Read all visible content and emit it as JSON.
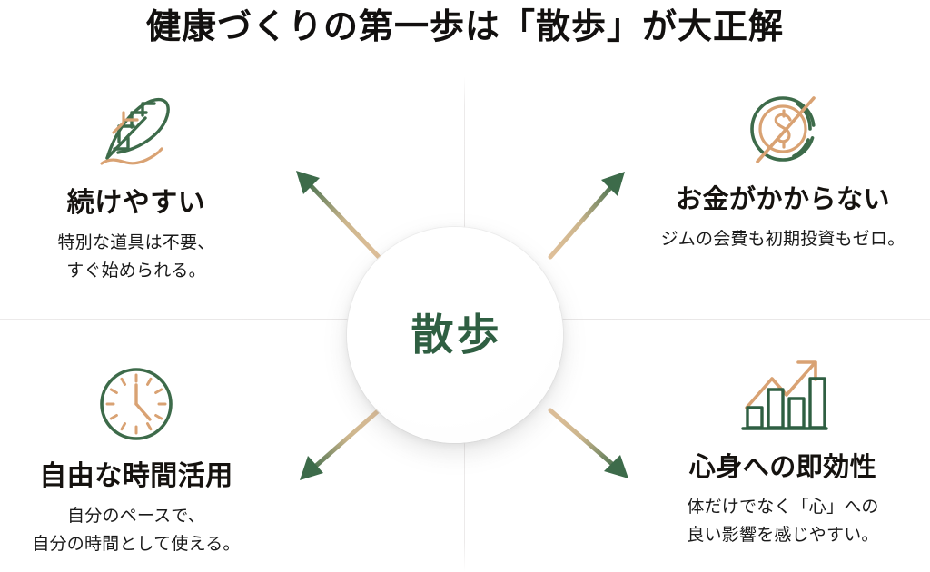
{
  "page": {
    "title": "健康づくりの第一歩は「散歩」が大正解",
    "background_color": "#ffffff"
  },
  "center": {
    "label": "散歩",
    "label_color": "#2f5f42"
  },
  "colors": {
    "green": "#3d6b4a",
    "green_dark": "#2f5f42",
    "tan": "#d9a273",
    "tan_light": "#dfbc94",
    "arrow_tail": "#ddbb93",
    "arrow_head": "#3d6b4a",
    "divider": "#e8e6e6",
    "text": "#15120f"
  },
  "quadrants": [
    {
      "position": "top-left",
      "icon": "feather-icon",
      "heading": "続けやすい",
      "lines": [
        "特別な道具は不要、",
        "すぐ始められる。"
      ]
    },
    {
      "position": "top-right",
      "icon": "no-money-icon",
      "heading": "お金がかからない",
      "lines": [
        "ジムの会費も初期投資もゼロ。"
      ]
    },
    {
      "position": "bottom-left",
      "icon": "clock-icon",
      "heading": "自由な時間活用",
      "lines": [
        "自分のペースで、",
        "自分の時間として使える。"
      ]
    },
    {
      "position": "bottom-right",
      "icon": "growth-chart-icon",
      "heading": "心身への即効性",
      "lines": [
        "体だけでなく「心」への",
        "良い影響を感じやすい。"
      ]
    }
  ],
  "arrows": [
    {
      "name": "arrow-to-top-left",
      "direction": "up-left"
    },
    {
      "name": "arrow-to-top-right",
      "direction": "up-right"
    },
    {
      "name": "arrow-to-bottom-left",
      "direction": "down-left"
    },
    {
      "name": "arrow-to-bottom-right",
      "direction": "down-right"
    }
  ]
}
